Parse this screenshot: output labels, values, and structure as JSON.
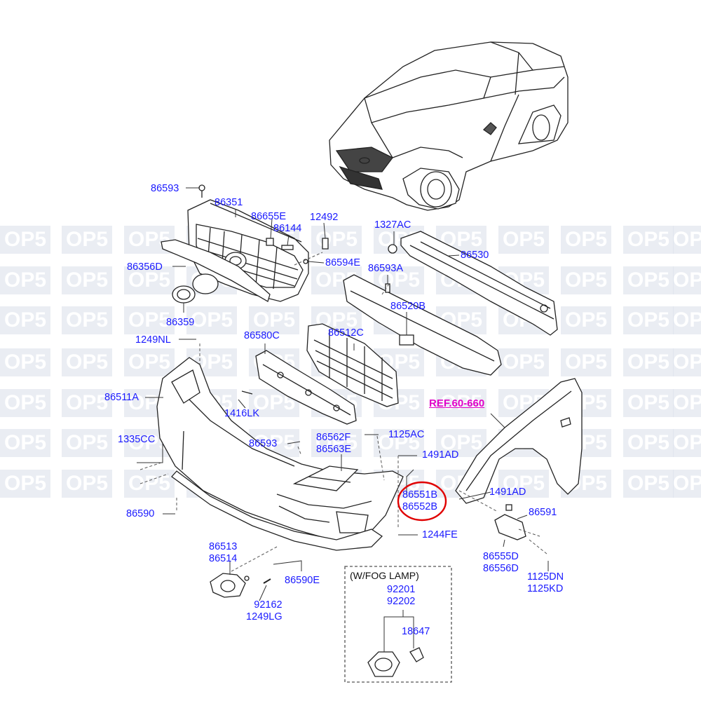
{
  "watermark": "OP5",
  "reference": "REF.60-660",
  "fog_lamp_title": "(W/FOG LAMP)",
  "parts": {
    "p86593_top": "86593",
    "p86351": "86351",
    "p86655E": "86655E",
    "p86144": "86144",
    "p12492": "12492",
    "p1327AC": "1327AC",
    "p86530": "86530",
    "p86356D": "86356D",
    "p86594E": "86594E",
    "p86593A": "86593A",
    "p86520B": "86520B",
    "p86359": "86359",
    "p1249NL": "1249NL",
    "p86580C": "86580C",
    "p86512C": "86512C",
    "p86511A": "86511A",
    "p1416LK": "1416LK",
    "p1335CC": "1335CC",
    "p86593_mid": "86593",
    "p86562F": "86562F",
    "p86563E": "86563E",
    "p1125AC": "1125AC",
    "p1491AD_a": "1491AD",
    "p86551B": "86551B",
    "p86552B": "86552B",
    "p1491AD_b": "1491AD",
    "p86591": "86591",
    "p86590": "86590",
    "p1244FE": "1244FE",
    "p86513": "86513",
    "p86514": "86514",
    "p86590E": "86590E",
    "p86555D": "86555D",
    "p86556D": "86556D",
    "p1125DN": "1125DN",
    "p1125KD": "1125KD",
    "p92162": "92162",
    "p1249LG": "1249LG",
    "p92201": "92201",
    "p92202": "92202",
    "p18647": "18647"
  },
  "colors": {
    "label": "#1a1aff",
    "reference": "#e000c8",
    "highlight_circle": "#e00000",
    "line": "#222222"
  }
}
